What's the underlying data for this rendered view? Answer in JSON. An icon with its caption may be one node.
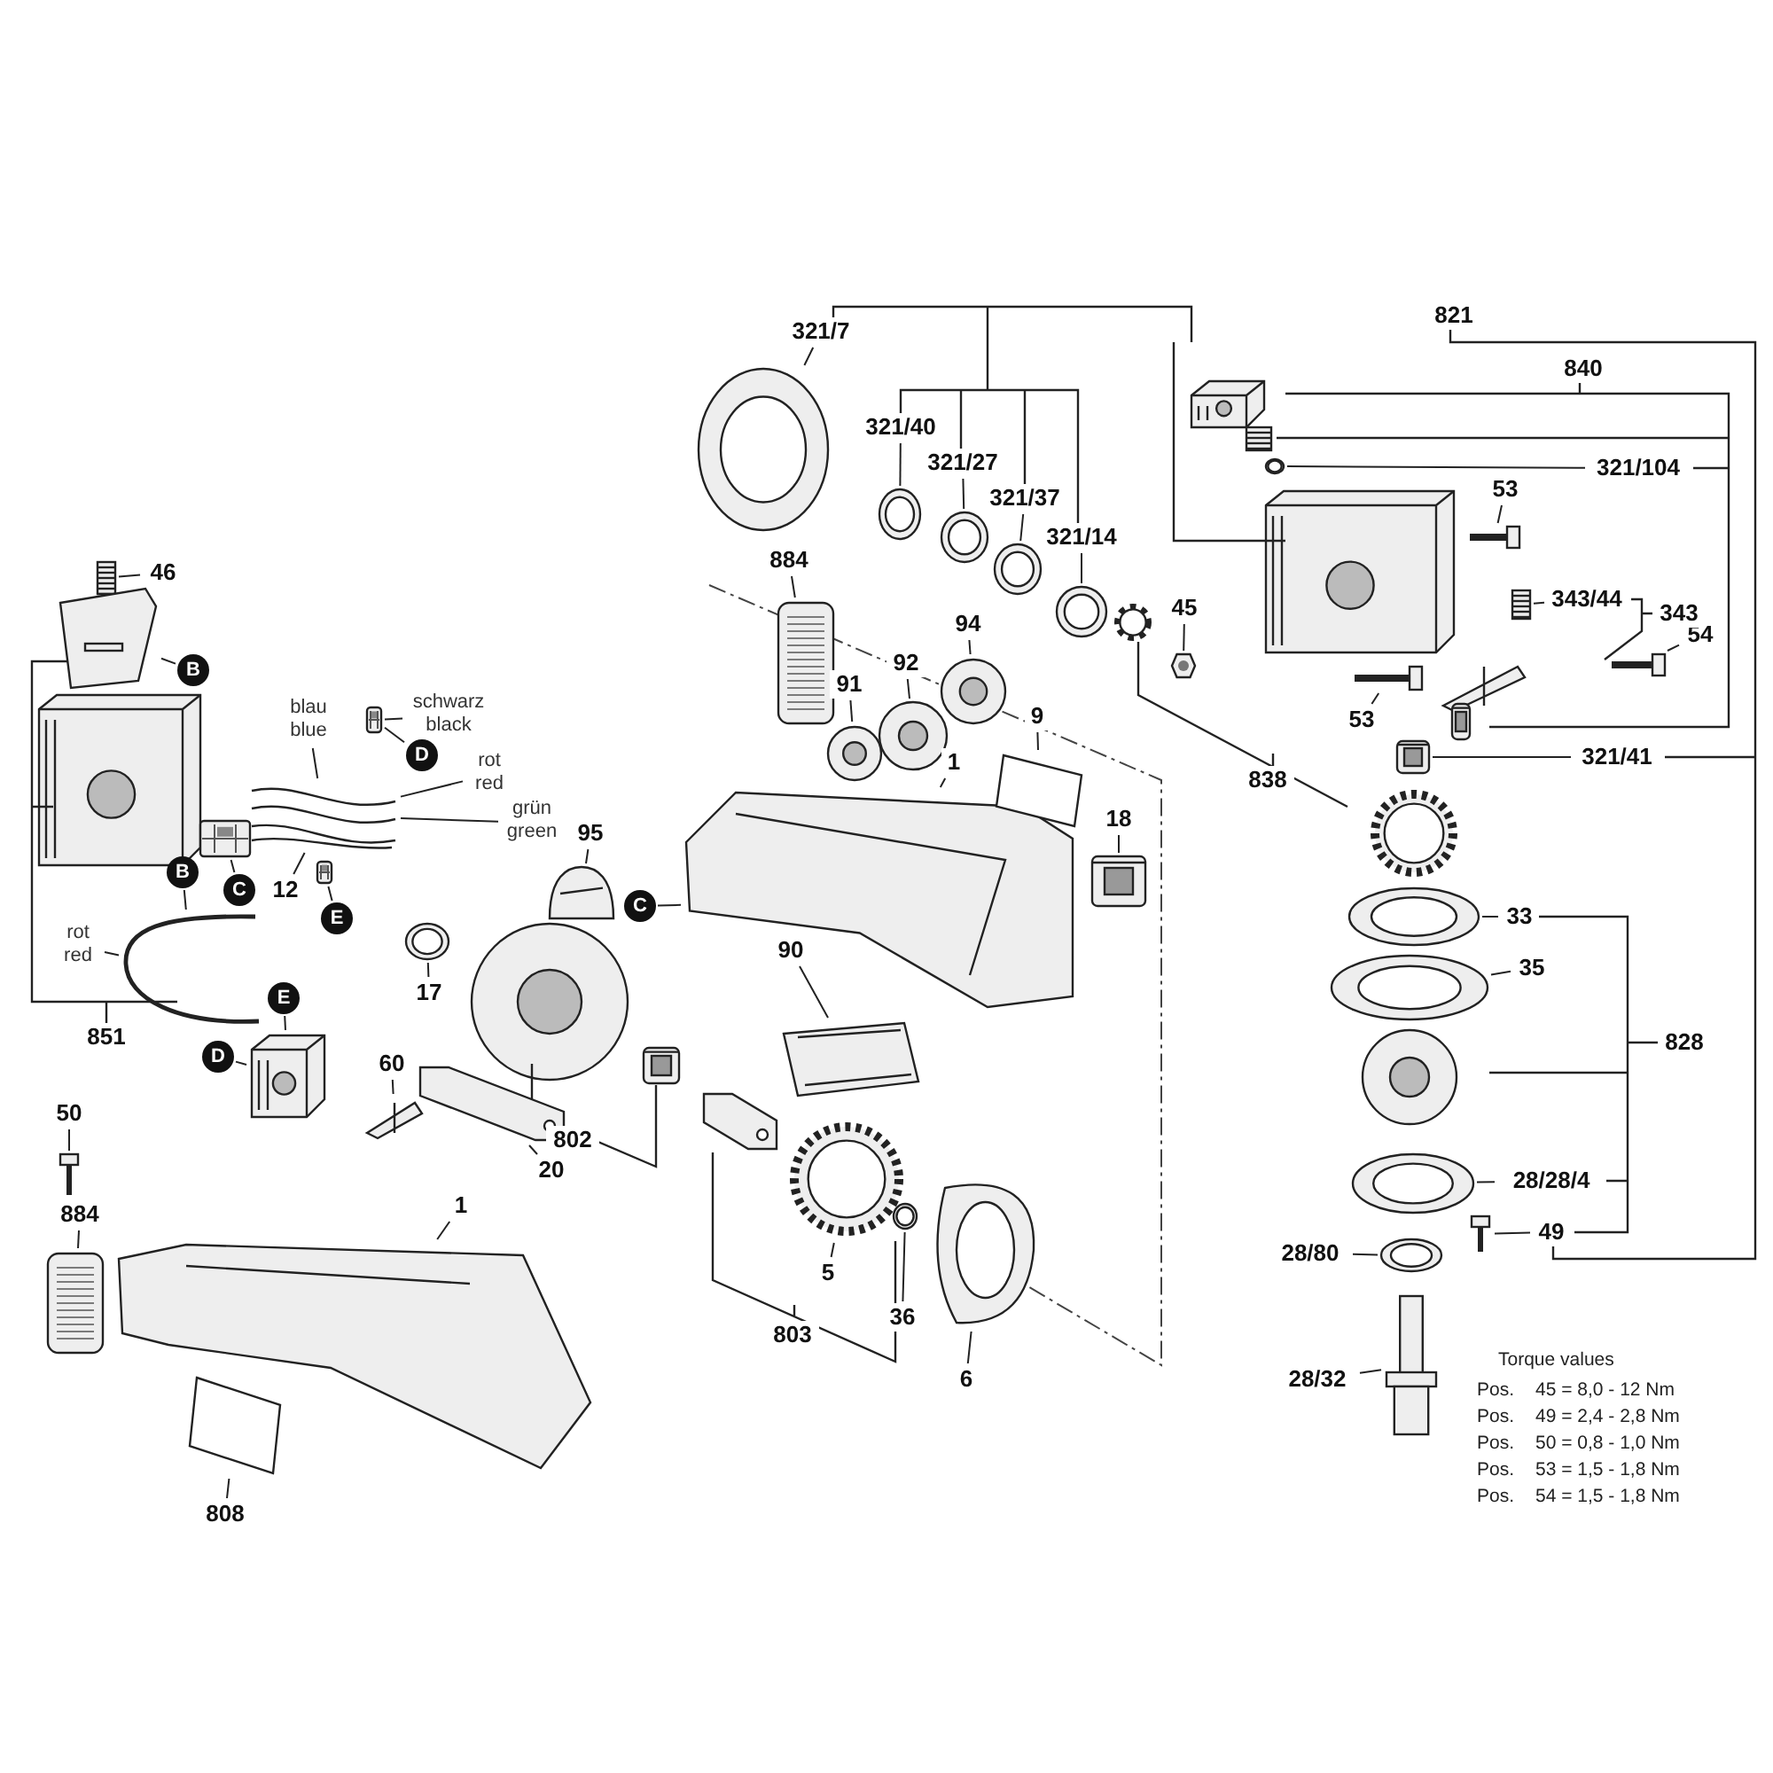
{
  "diagram": {
    "nodes": [
      {
        "text": [
          "46"
        ]
      },
      {
        "text": [],
        "shape": "picture"
      },
      {
        "text": [
          "B"
        ]
      },
      {
        "text": [],
        "shape": "picture"
      },
      {
        "text": [
          "blau blue"
        ]
      },
      {
        "text": [],
        "shape": "picture"
      },
      {
        "text": [
          "schwarz black"
        ]
      },
      {
        "text": [],
        "shape": "picture"
      },
      {
        "text": [
          "D"
        ]
      },
      {
        "text": [
          "rot red"
        ]
      },
      {
        "text": [
          "grün green"
        ]
      },
      {
        "text": [
          "12"
        ]
      },
      {
        "text": [
          "C"
        ]
      },
      {
        "text": [],
        "shape": "picture"
      },
      {
        "text": [
          "B"
        ]
      },
      {
        "text": [
          "E"
        ]
      },
      {
        "text": [],
        "shape": "picture"
      },
      {
        "text": [],
        "shape": "picture"
      },
      {
        "text": [
          "rot red"
        ]
      },
      {
        "text": [
          "E"
        ]
      },
      {
        "text": [
          "D"
        ]
      },
      {
        "text": [],
        "shape": "picture"
      },
      {
        "text": [
          "95"
        ]
      },
      {
        "text": [],
        "shape": "picture"
      },
      {
        "text": [
          "C"
        ]
      },
      {
        "text": [],
        "shape": "picture"
      },
      {
        "text": [
          "17"
        ]
      },
      {
        "text": [],
        "shape": "picture"
      },
      {
        "text": [
          "60"
        ]
      },
      {
        "text": [],
        "shape": "picture"
      },
      {
        "text": [
          "20"
        ]
      },
      {
        "text": [],
        "shape": "picture"
      },
      {
        "text": [
          "50"
        ]
      },
      {
        "text": [],
        "shape": "picture"
      },
      {
        "text": [
          "884"
        ]
      },
      {
        "text": [],
        "shape": "picture"
      },
      {
        "text": [
          "1"
        ]
      },
      {
        "text": [],
        "shape": "picture"
      },
      {
        "text": [
          "808"
        ]
      },
      {
        "text": [],
        "shape": "picture"
      },
      {
        "text": [
          "884"
        ]
      },
      {
        "text": [],
        "shape": "picture"
      },
      {
        "text": [
          "91"
        ]
      },
      {
        "text": [],
        "shape": "picture"
      },
      {
        "text": [
          "92"
        ]
      },
      {
        "text": [],
        "shape": "picture"
      },
      {
        "text": [
          "94"
        ]
      },
      {
        "text": [],
        "shape": "picture"
      },
      {
        "text": [
          "9"
        ]
      },
      {
        "text": [],
        "shape": "picture"
      },
      {
        "text": [
          "1"
        ]
      },
      {
        "text": [
          "18"
        ]
      },
      {
        "text": [],
        "shape": "picture"
      },
      {
        "text": [
          "90"
        ]
      },
      {
        "text": [],
        "shape": "picture"
      },
      {
        "text": [
          "5"
        ]
      },
      {
        "text": [],
        "shape": "picture"
      },
      {
        "text": [
          "36"
        ]
      },
      {
        "text": [],
        "shape": "picture"
      },
      {
        "text": [
          "6"
        ]
      },
      {
        "text": [],
        "shape": "picture"
      },
      {
        "text": [
          "321/7"
        ]
      },
      {
        "text": [],
        "shape": "picture"
      },
      {
        "text": [
          "321/40"
        ]
      },
      {
        "text": [],
        "shape": "picture"
      },
      {
        "text": [
          "321/27"
        ]
      },
      {
        "text": [],
        "shape": "picture"
      },
      {
        "text": [
          "321/37"
        ]
      },
      {
        "text": [],
        "shape": "picture"
      },
      {
        "text": [
          "321/14"
        ]
      },
      {
        "text": [],
        "shape": "picture"
      },
      {
        "text": [
          "45"
        ]
      },
      {
        "text": [],
        "shape": "picture"
      },
      {
        "text": [
          "53"
        ]
      },
      {
        "text": [],
        "shape": "picture"
      },
      {
        "text": [
          "53"
        ]
      },
      {
        "text": [],
        "shape": "picture"
      },
      {
        "text": [
          "343/44"
        ]
      },
      {
        "text": [],
        "shape": "picture"
      },
      {
        "text": [
          "54"
        ]
      },
      {
        "text": [],
        "shape": "picture"
      },
      {
        "text": [
          "321/104"
        ]
      },
      {
        "text": [],
        "shape": "picture"
      },
      {
        "text": [
          "321/41"
        ]
      },
      {
        "text": [],
        "shape": "picture"
      },
      {
        "text": [
          "33"
        ]
      },
      {
        "text": [],
        "shape": "picture"
      },
      {
        "text": [
          "35"
        ]
      },
      {
        "text": [],
        "shape": "picture"
      },
      {
        "text": [
          "28/28/4"
        ]
      },
      {
        "text": [],
        "shape": "picture"
      },
      {
        "text": [
          "49"
        ]
      },
      {
        "text": [],
        "shape": "picture"
      },
      {
        "text": [
          "28/80"
        ]
      },
      {
        "text": [],
        "shape": "picture"
      },
      {
        "text": [
          "28/32"
        ]
      },
      {
        "text": [],
        "shape": "picture"
      },
      {
        "text": [
          "851"
        ]
      },
      {
        "text": [
          "802"
        ]
      },
      {
        "text": [
          "803"
        ]
      },
      {
        "text": [
          "821"
        ]
      },
      {
        "text": [
          "840"
        ]
      },
      {
        "text": [
          "838"
        ]
      },
      {
        "text": [
          "343"
        ]
      },
      {
        "text": [
          "828"
        ]
      }
    ],
    "edges": [
      {
        "from": 0,
        "to": 1,
        "arrow": "none"
      },
      {
        "from": 2,
        "to": 3,
        "arrow": "none"
      },
      {
        "from": 4,
        "to": 5,
        "arrow": "none"
      },
      {
        "from": 6,
        "to": 7,
        "arrow": "none"
      },
      {
        "from": 8,
        "to": 7,
        "arrow": "none"
      },
      {
        "from": 9,
        "to": 5,
        "arrow": "none"
      },
      {
        "from": 10,
        "to": 5,
        "arrow": "none"
      },
      {
        "from": 11,
        "to": 5,
        "arrow": "none"
      },
      {
        "from": 12,
        "to": 13,
        "arrow": "none"
      },
      {
        "from": 14,
        "to": 17,
        "arrow": "none"
      },
      {
        "from": 15,
        "to": 16,
        "arrow": "none"
      },
      {
        "from": 18,
        "to": 17,
        "arrow": "none"
      },
      {
        "from": 19,
        "to": 21,
        "arrow": "none"
      },
      {
        "from": 20,
        "to": 21,
        "arrow": "none"
      },
      {
        "from": 22,
        "to": 23,
        "arrow": "none"
      },
      {
        "from": 24,
        "to": 25,
        "arrow": "none"
      },
      {
        "from": 26,
        "to": 27,
        "arrow": "none"
      },
      {
        "from": 28,
        "to": 29,
        "arrow": "none"
      },
      {
        "from": 30,
        "to": 31,
        "arrow": "none"
      },
      {
        "from": 32,
        "to": 33,
        "arrow": "none"
      },
      {
        "from": 34,
        "to": 35,
        "arrow": "none"
      },
      {
        "from": 36,
        "to": 37,
        "arrow": "none"
      },
      {
        "from": 38,
        "to": 39,
        "arrow": "none"
      },
      {
        "from": 40,
        "to": 41,
        "arrow": "none"
      },
      {
        "from": 42,
        "to": 43,
        "arrow": "none"
      },
      {
        "from": 44,
        "to": 45,
        "arrow": "none"
      },
      {
        "from": 46,
        "to": 47,
        "arrow": "none"
      },
      {
        "from": 48,
        "to": 49,
        "arrow": "none"
      },
      {
        "from": 50,
        "to": 25,
        "arrow": "none"
      },
      {
        "from": 51,
        "to": 52,
        "arrow": "none"
      },
      {
        "from": 53,
        "to": 54,
        "arrow": "none"
      },
      {
        "from": 55,
        "to": 56,
        "arrow": "none"
      },
      {
        "from": 57,
        "to": 58,
        "arrow": "none"
      },
      {
        "from": 59,
        "to": 60,
        "arrow": "none"
      },
      {
        "from": 61,
        "to": 62,
        "arrow": "none"
      },
      {
        "from": 63,
        "to": 64,
        "arrow": "none"
      },
      {
        "from": 65,
        "to": 66,
        "arrow": "none"
      },
      {
        "from": 67,
        "to": 68,
        "arrow": "none"
      },
      {
        "from": 69,
        "to": 70,
        "arrow": "none"
      },
      {
        "from": 71,
        "to": 72,
        "arrow": "none"
      },
      {
        "from": 73,
        "to": 74,
        "arrow": "none"
      },
      {
        "from": 75,
        "to": 76,
        "arrow": "none"
      },
      {
        "from": 77,
        "to": 78,
        "arrow": "none"
      },
      {
        "from": 79,
        "to": 80,
        "arrow": "none"
      },
      {
        "from": 81,
        "to": 82,
        "arrow": "none"
      },
      {
        "from": 83,
        "to": 84,
        "arrow": "none"
      },
      {
        "from": 85,
        "to": 86,
        "arrow": "none"
      },
      {
        "from": 87,
        "to": 88,
        "arrow": "none"
      },
      {
        "from": 89,
        "to": 90,
        "arrow": "none"
      },
      {
        "from": 91,
        "to": 92,
        "arrow": "none"
      },
      {
        "from": 93,
        "to": 94,
        "arrow": "none"
      },
      {
        "from": 95,
        "to": 96,
        "arrow": "none"
      }
    ],
    "labels": [
      "Torque values",
      "Pos.",
      "45 = 8,0 - 12 Nm",
      "Pos.",
      "49 = 2,4 - 2,8 Nm",
      "Pos.",
      "50 = 0,8 - 1,0 Nm",
      "Pos.",
      "53 = 1,5 - 1,8 Nm",
      "Pos.",
      "54 = 1,5 - 1,8 Nm"
    ]
  }
}
